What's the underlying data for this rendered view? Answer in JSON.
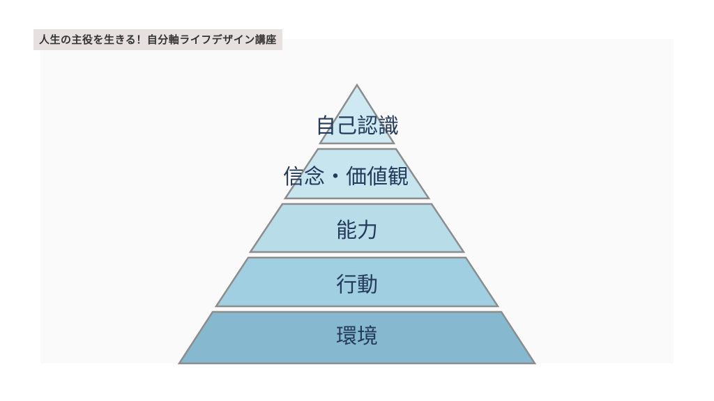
{
  "header": {
    "title": "人生の主役を生きる！自分軸ライフデザイン講座"
  },
  "pyramid": {
    "layers": [
      {
        "label": "自己認識",
        "color": "#cfe9f2"
      },
      {
        "label": "信念・価値観",
        "color": "#c6e5ef"
      },
      {
        "label": "能力",
        "color": "#b8dde9"
      },
      {
        "label": "行動",
        "color": "#9fcfe1"
      },
      {
        "label": "環境",
        "color": "#86b9cf"
      }
    ],
    "stroke_color": "#8c8c8c",
    "text_color": "#243a5a"
  }
}
